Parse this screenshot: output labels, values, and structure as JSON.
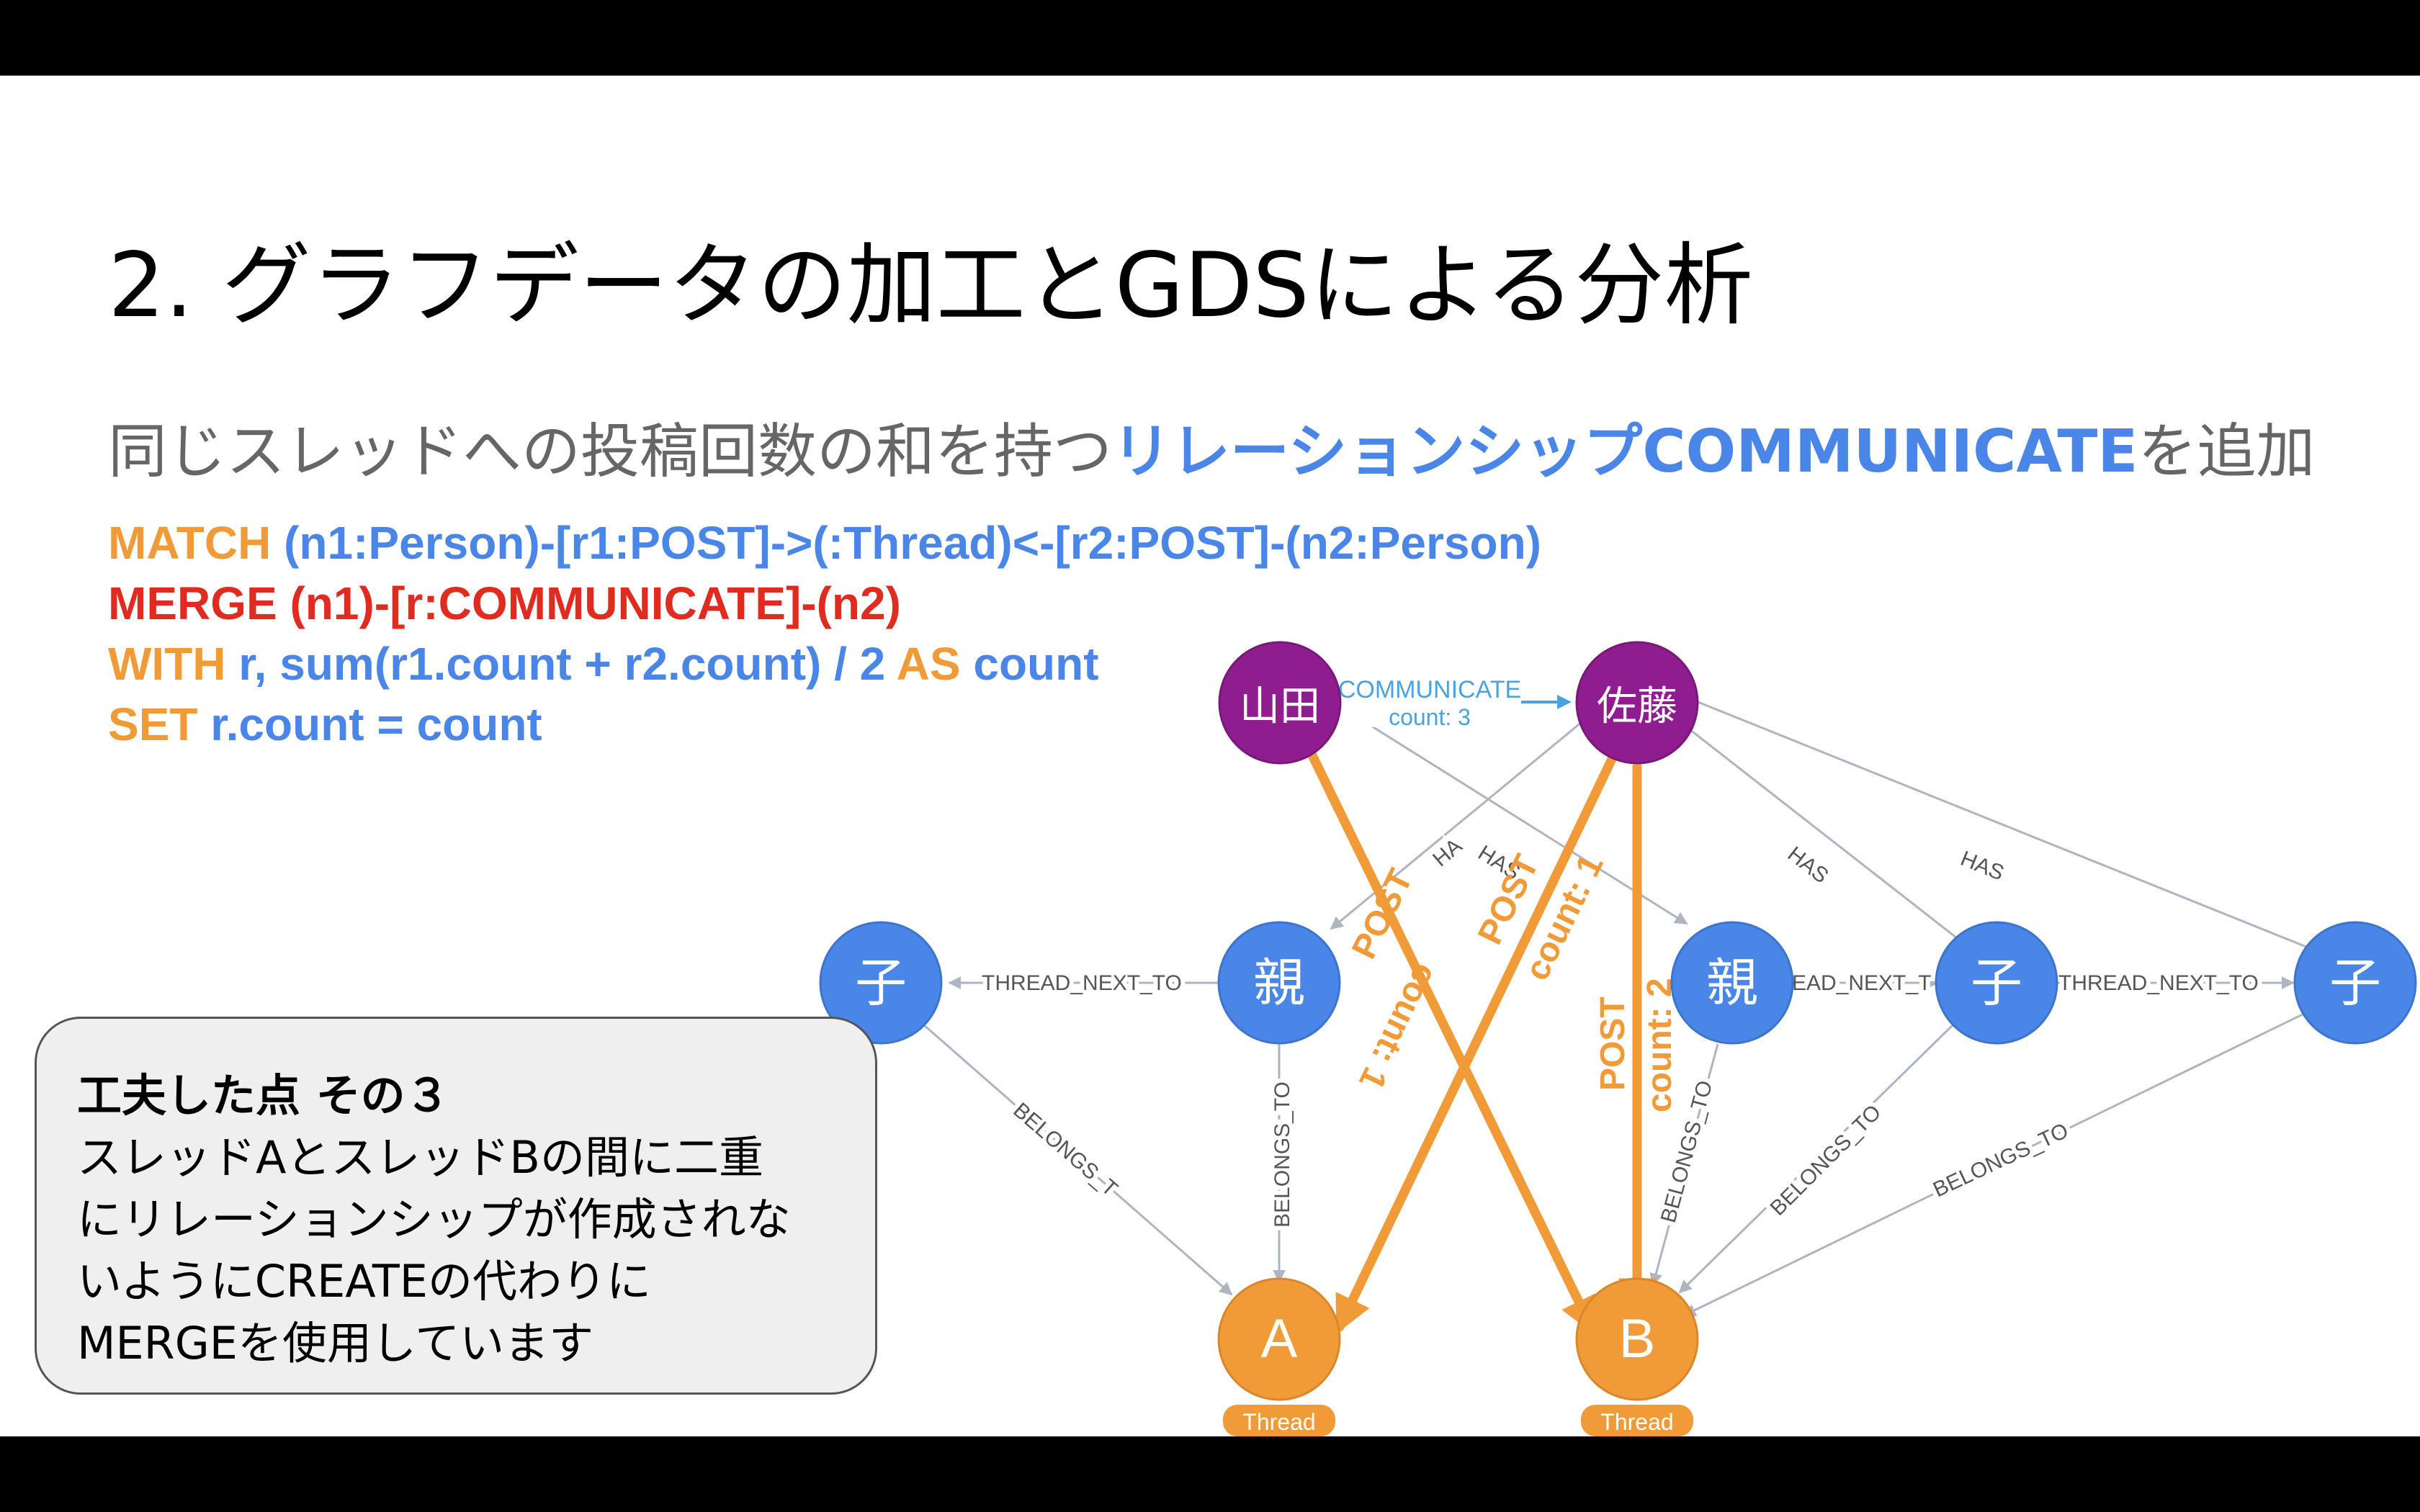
{
  "slide": {
    "title": "2. グラフデータの加工とGDSによる分析",
    "subtitle_pre": "同じスレッドへの投稿回数の和を持つ",
    "subtitle_hl": "リレーションシップCOMMUNICATE",
    "subtitle_post": "を追加"
  },
  "code": {
    "l1_kw": "MATCH",
    "l1_rest": " (n1:Person)-[r1:POST]->(:Thread)<-[r2:POST]-(n2:Person)",
    "l2": "MERGE (n1)-[r:COMMUNICATE]-(n2)",
    "l3_kw1": "WITH",
    "l3_mid": " r, sum(r1.count + r2.count) / 2 ",
    "l3_kw2": "AS",
    "l3_rest": " count",
    "l4_kw": "SET",
    "l4_rest": " r.count = count"
  },
  "note": {
    "title": "工夫した点 その３",
    "line1": "スレッドAとスレッドBの間に二重",
    "line2": "にリレーションシップが作成されな",
    "line3": "いようにCREATEの代わりに",
    "line4": "MERGEを使用しています"
  },
  "graph": {
    "colors": {
      "person": "#8f1d8f",
      "post": "#4a86e8",
      "thread": "#f19b38",
      "edge": "#aeb4c0",
      "edge_text": "#555555",
      "communicate": "#4aa3df"
    },
    "nodes": {
      "yamada": "山田",
      "sato": "佐藤",
      "child1": "子",
      "parent1": "親",
      "parent2": "親",
      "child2": "子",
      "child3": "子",
      "threadA": "A",
      "threadB": "B"
    },
    "thread_caption": "Thread",
    "rels": {
      "communicate": "COMMUNICATE",
      "communicate_count": "count: 3",
      "post": "POST",
      "yamada_post_count": "count: 1",
      "sato_postA_count": "count: 1",
      "sato_postB_count": "count: 2",
      "has": "HAS",
      "has_clipped": "HA",
      "thread_next_to": "THREAD_NEXT_TO",
      "thread_next_to_clipped": "EAD_NEXT_T",
      "belongs_to": "BELONGS_TO",
      "belongs_to_clipped": "BELONGS_T"
    }
  }
}
